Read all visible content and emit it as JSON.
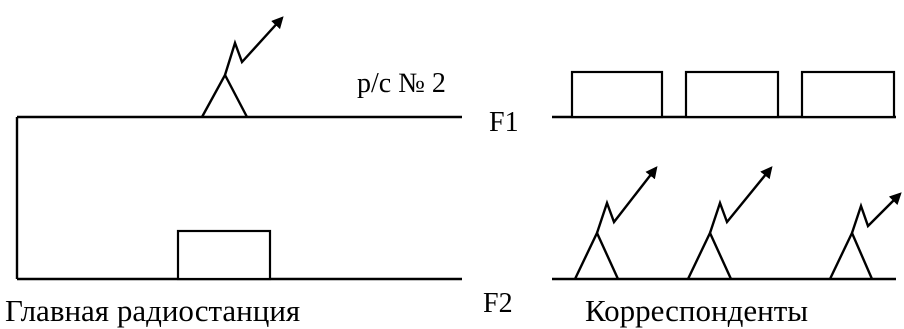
{
  "labels": {
    "station": "р/с № 2",
    "freq_top": "F1",
    "freq_bottom": "F2",
    "main_station": "Главная радиостанция",
    "correspondents": "Корреспонденты"
  },
  "icons": {
    "antenna": "antenna-icon",
    "block": "block-icon"
  },
  "colors": {
    "ink": "#000000",
    "background": "#ffffff"
  }
}
